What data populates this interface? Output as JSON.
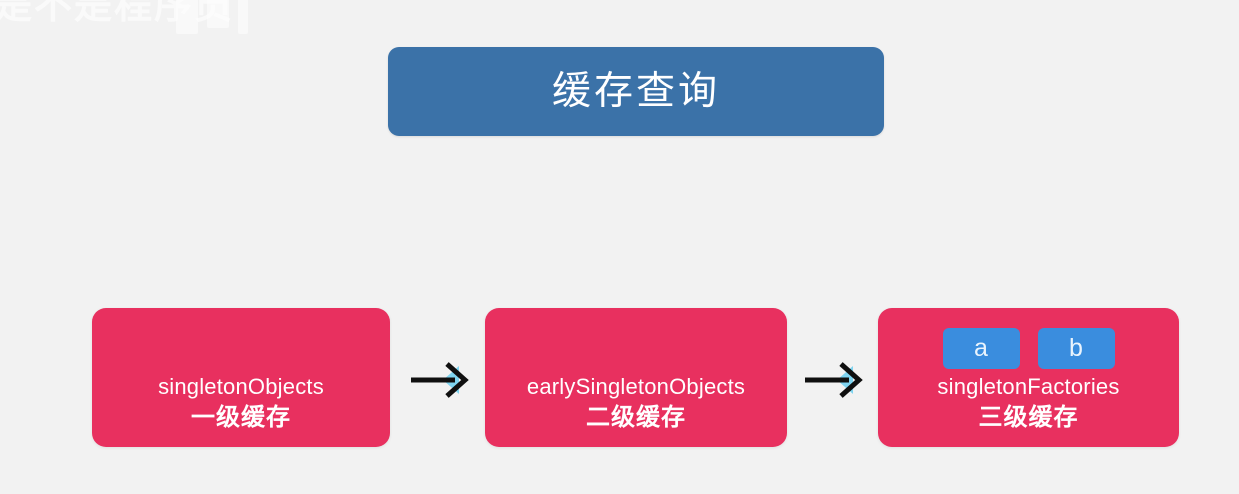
{
  "background_color": "#f2f2f2",
  "watermark": {
    "text": "是不是程序员",
    "color": "#ffffff"
  },
  "title": {
    "label": "缓存查询",
    "box_color": "#3b72a8",
    "text_color": "#ffffff"
  },
  "diagram": {
    "box_color": "#e8305f",
    "chip_color": "#3a8dde",
    "arrow_color": "#101010",
    "arrow_fill_color": "#7fd4f0",
    "boxes": [
      {
        "name": "singletonObjects",
        "level": "一级缓存",
        "chips": []
      },
      {
        "name": "earlySingletonObjects",
        "level": "二级缓存",
        "chips": []
      },
      {
        "name": "singletonFactories",
        "level": "三级缓存",
        "chips": [
          "a",
          "b"
        ]
      }
    ],
    "arrows": [
      {
        "from": "singletonObjects",
        "to": "earlySingletonObjects",
        "icon": "arrow-right-icon"
      },
      {
        "from": "earlySingletonObjects",
        "to": "singletonFactories",
        "icon": "arrow-right-icon"
      }
    ]
  }
}
